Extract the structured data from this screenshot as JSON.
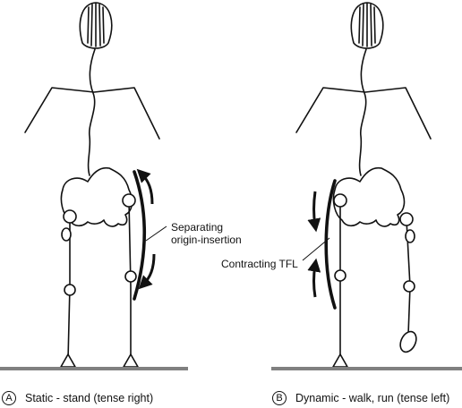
{
  "panel_a": {
    "letter": "A",
    "caption": "Static - stand (tense right)",
    "annotation_line1": "Separating",
    "annotation_line2": "origin-insertion"
  },
  "panel_b": {
    "letter": "B",
    "caption": "Dynamic - walk, run (tense left)",
    "annotation": "Contracting TFL"
  }
}
